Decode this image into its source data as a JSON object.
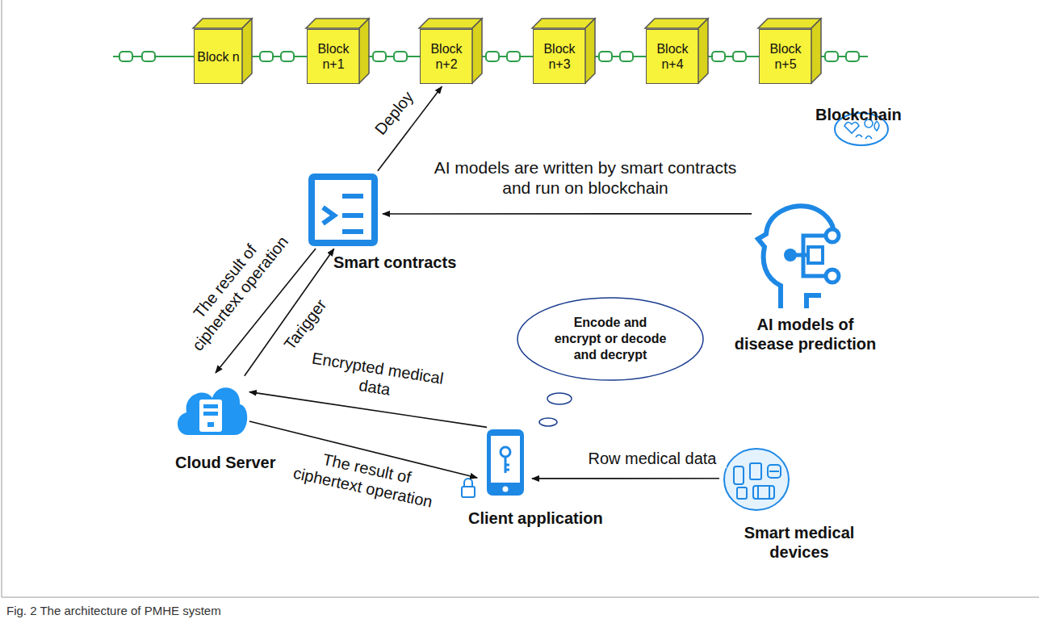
{
  "diagram": {
    "caption": "Fig. 2 The architecture of PMHE system",
    "nodes": [
      {
        "text": [
          "Block n"
        ]
      },
      {
        "text": [
          "Block n+1"
        ]
      },
      {
        "text": [
          "Block n+2"
        ]
      },
      {
        "text": [
          "Block n+3"
        ]
      },
      {
        "text": [
          "Block n+4"
        ]
      },
      {
        "text": [
          "Block n+5"
        ]
      },
      {
        "text": [
          "Smart contracts"
        ]
      },
      {
        "text": [
          "AI models of disease prediction"
        ]
      },
      {
        "text": [
          "Encode and encrypt or decode and decrypt"
        ]
      },
      {
        "text": [
          "Cloud Server"
        ]
      },
      {
        "text": [
          "Client application"
        ]
      },
      {
        "text": [
          "Smart medical devices"
        ]
      }
    ],
    "edges": [
      {
        "from": 6,
        "to": 2,
        "label": "Deploy",
        "arrow": "to"
      },
      {
        "from": 7,
        "to": 6,
        "label": "AI models are written by smart contracts and run on blockchain",
        "arrow": "to"
      },
      {
        "from": 6,
        "to": 9,
        "label": "The result of ciphertext operation",
        "arrow": "to"
      },
      {
        "from": 9,
        "to": 6,
        "label": "Tarigger",
        "arrow": "to"
      },
      {
        "from": 10,
        "to": 9,
        "label": "Encrypted medical data",
        "arrow": "to"
      },
      {
        "from": 9,
        "to": 10,
        "label": "The result of ciphertext operation",
        "arrow": "to"
      },
      {
        "from": 11,
        "to": 10,
        "label": "Row medical data",
        "arrow": "to"
      }
    ],
    "labels": [
      "Blockchain"
    ]
  }
}
